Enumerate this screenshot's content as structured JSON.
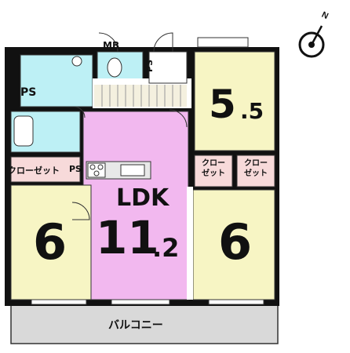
{
  "rooms": {
    "ps_top_left": "PS",
    "mb": "MB",
    "ps_top": "PS",
    "closet_left": "クローゼット",
    "ps_mid": "PS",
    "ldk_label": "LDK",
    "ldk_size_int": "11",
    "ldk_size_dec": ".2",
    "room_left_size": "6",
    "room_right_size": "6",
    "room_top_right_int": "5",
    "room_top_right_dec": ".5",
    "closet_right_a": "クロー\nゼット",
    "closet_right_b": "クロー\nゼット",
    "balcony": "バルコニー"
  },
  "compass": {
    "label": "N"
  },
  "colors": {
    "ldk": "#f2b8ef",
    "bedroom": "#f7f5c4",
    "wet": "#bdf0f5",
    "closet": "#f7dada",
    "wall": "#111111",
    "balcony": "#d9d9d9"
  }
}
